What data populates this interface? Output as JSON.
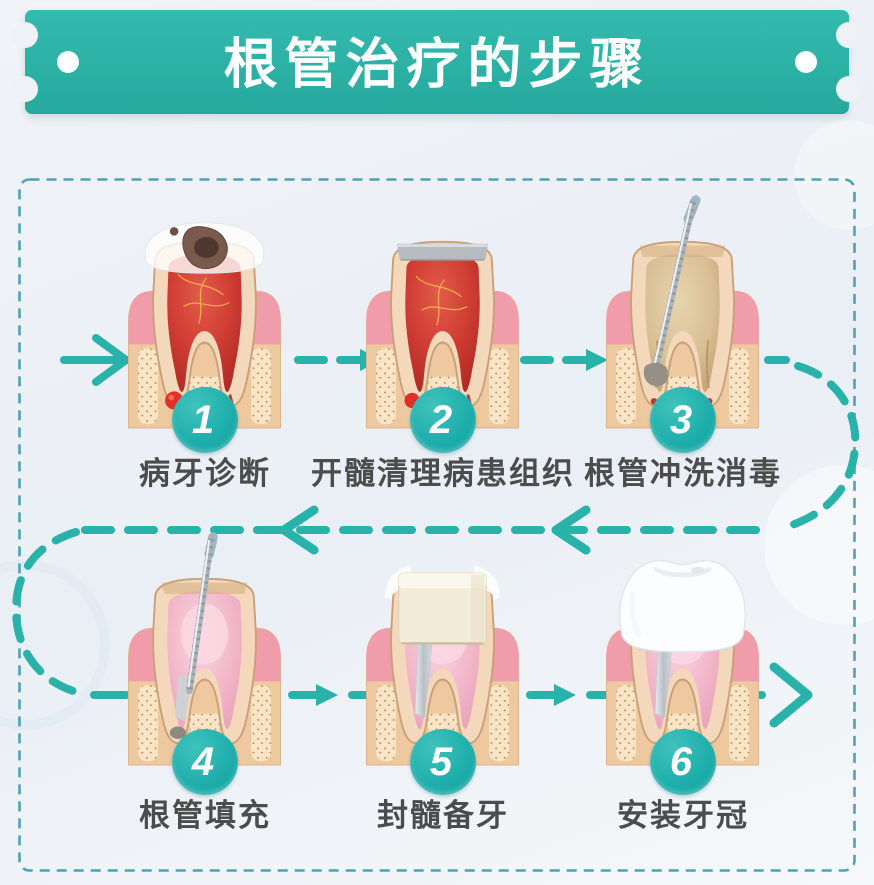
{
  "title": "根管治疗的步骤",
  "palette": {
    "banner_teal": "#2bb0a4",
    "arrow_teal": "#29b2a9",
    "badge_teal": "#1cacaa",
    "frame_border": "#4aa4b6",
    "label_gray": "#4c4c4c",
    "pulp_red": "#cf3d33",
    "pulp_pink": "#f2b6c9",
    "bone_tan": "#eec89f",
    "gum_pink": "#f09cab"
  },
  "steps": [
    {
      "num": "1",
      "label": "病牙诊断",
      "variant": "diseased-tooth"
    },
    {
      "num": "2",
      "label": "开髓清理病患组织",
      "variant": "opened-pulp"
    },
    {
      "num": "3",
      "label": "根管冲洗消毒",
      "variant": "irrigation-file"
    },
    {
      "num": "4",
      "label": "根管填充",
      "variant": "filling-file"
    },
    {
      "num": "5",
      "label": "封髓备牙",
      "variant": "sealed-prepared"
    },
    {
      "num": "6",
      "label": "安装牙冠",
      "variant": "crown-installed"
    }
  ]
}
